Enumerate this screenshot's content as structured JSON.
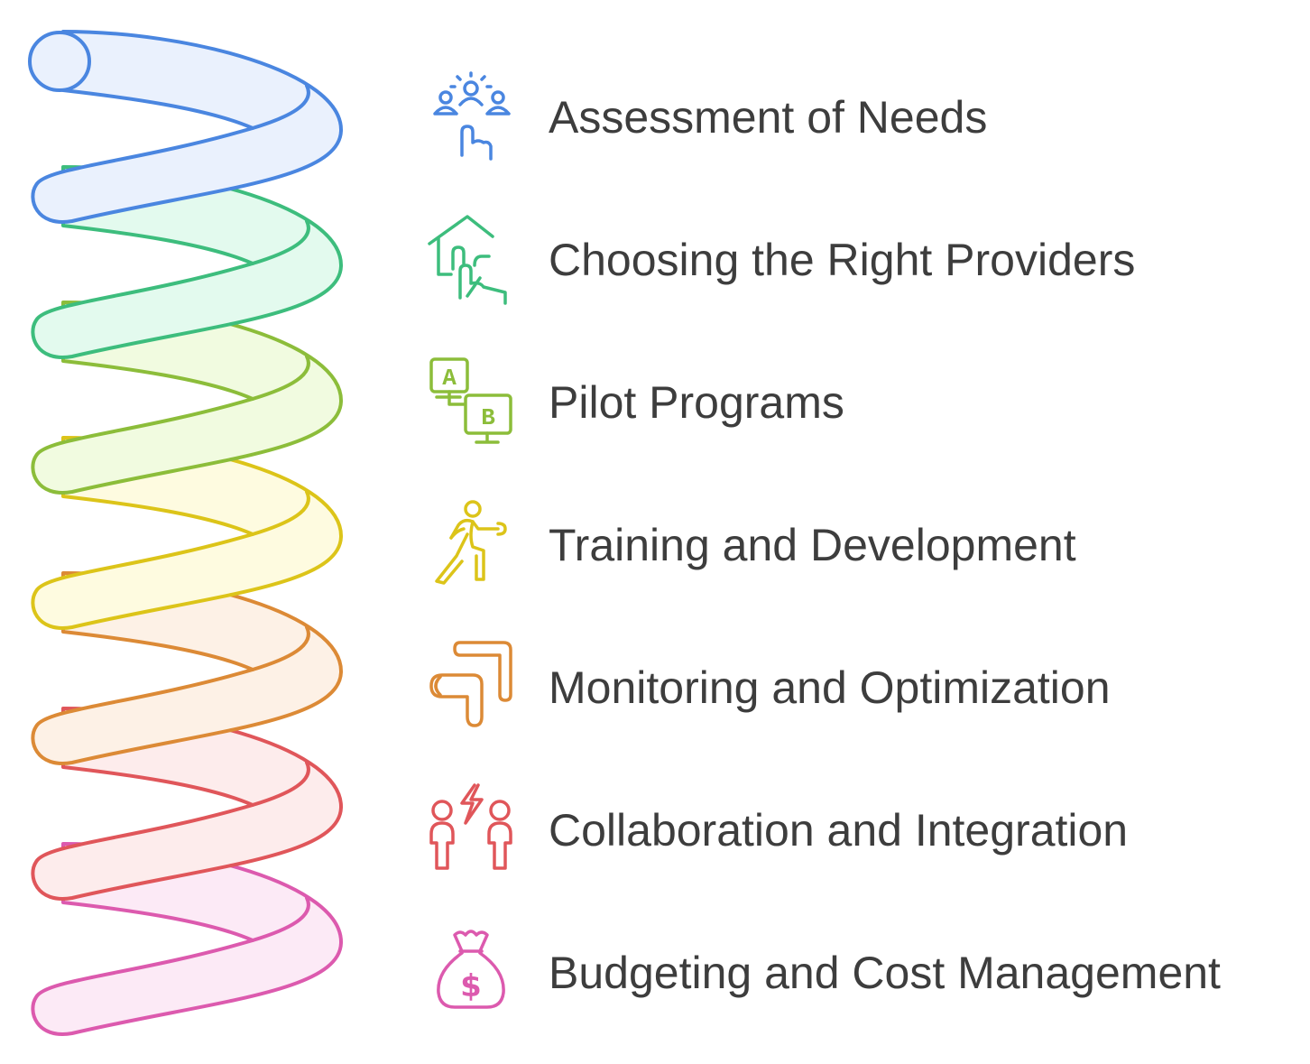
{
  "items": [
    {
      "label": "Assessment of Needs",
      "color": "#4a86e0",
      "fill": "#eaf1fd",
      "icon": "team-select-icon"
    },
    {
      "label": "Choosing the Right Providers",
      "color": "#3dbd7d",
      "fill": "#e3faee",
      "icon": "house-select-icon"
    },
    {
      "label": "Pilot Programs",
      "color": "#8cbd3a",
      "fill": "#f1fbe0",
      "icon": "ab-test-icon"
    },
    {
      "label": "Training and Development",
      "color": "#dcc419",
      "fill": "#fefbe0",
      "icon": "exercise-icon"
    },
    {
      "label": "Monitoring and Optimization",
      "color": "#dc8a36",
      "fill": "#fdf1e6",
      "icon": "pipe-icon"
    },
    {
      "label": "Collaboration and Integration",
      "color": "#e0565a",
      "fill": "#fdecec",
      "icon": "people-energy-icon"
    },
    {
      "label": "Budgeting and Cost Management",
      "color": "#dc5aae",
      "fill": "#fceaf6",
      "icon": "money-bag-icon"
    }
  ],
  "icon_glyphs": {
    "ab_a": "A",
    "ab_b": "B",
    "money": "$"
  }
}
